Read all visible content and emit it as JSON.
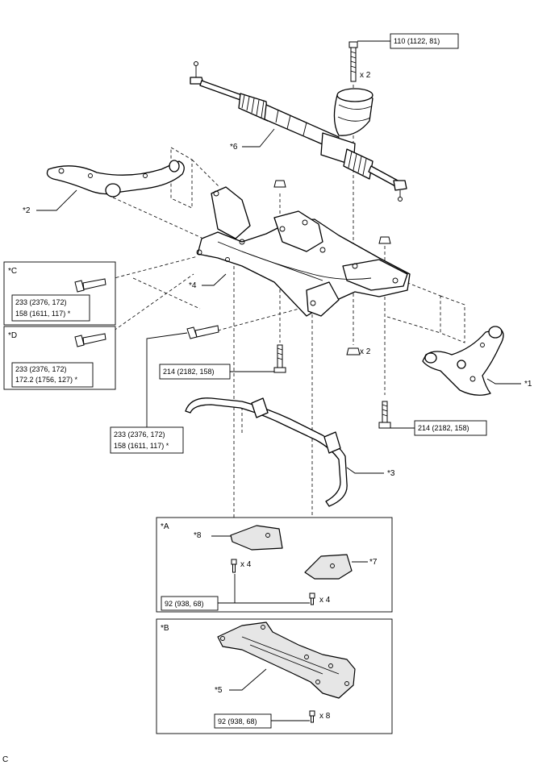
{
  "figure_code": "C",
  "parts": {
    "p1": "*1",
    "p2": "*2",
    "p3": "*3",
    "p4": "*4",
    "p5": "*5",
    "p6": "*6",
    "p7": "*7",
    "p8": "*8"
  },
  "quantities": {
    "rack_bolt": "x 2",
    "nut": "x 2",
    "bolt_a1": "x 4",
    "bolt_a2": "x 4",
    "bolt_b": "x 8"
  },
  "torques": {
    "rack_bolt": "110 (1122, 81)",
    "left_bolt": "214 (2182, 158)",
    "right_bolt": "214 (2182, 158)",
    "rear_bolt_line1": "233 (2376, 172)",
    "rear_bolt_line2": "158 (1611, 117) *",
    "c_line1": "233 (2376, 172)",
    "c_line2": "158 (1611, 117) *",
    "d_line1": "233 (2376, 172)",
    "d_line2": "172.2 (1756, 127) *",
    "a_bolt": "92 (938, 68)",
    "b_bolt": "92 (938, 68)"
  },
  "insets": {
    "c": "*C",
    "d": "*D",
    "a": "*A",
    "b": "*B"
  }
}
